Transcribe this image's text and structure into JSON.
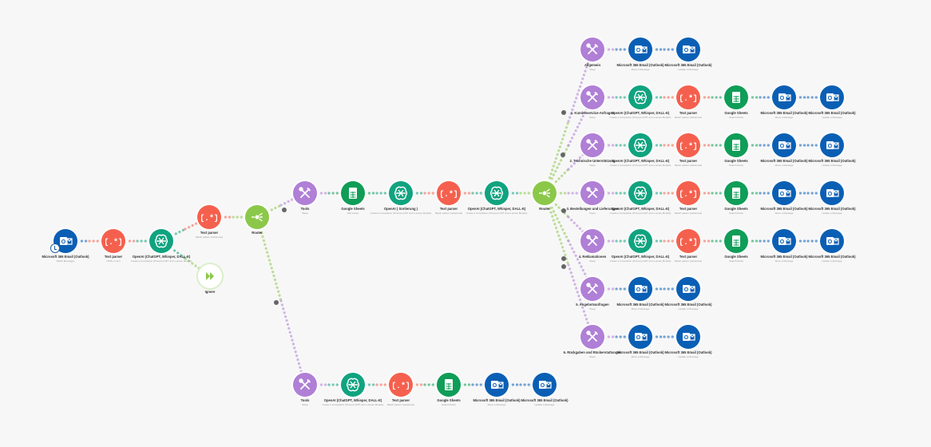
{
  "colors": {
    "outlook": "#0a5fb4",
    "textparser": "#f5604e",
    "openai": "#10a37f",
    "sheets": "#0f9d58",
    "router": "#8bc84a",
    "tools": "#b07fd6",
    "ignore": "#8bc84a"
  },
  "nodes": [
    {
      "id": "n1",
      "type": "outlook",
      "label": "Microsoft 365 Email (Outlook)",
      "sub": "Watch Messages",
      "trigger": true
    },
    {
      "id": "n2",
      "type": "textparser",
      "label": "Text parser",
      "sub": "HTML to text"
    },
    {
      "id": "n3",
      "type": "openai",
      "label": "OpenAI (ChatGPT, Whisper, DALL-E)",
      "sub": "Create a Completion (Prompt) (GPT and o-series Models)"
    },
    {
      "id": "n4",
      "type": "textparser",
      "label": "Text parser",
      "sub": "Match pattern (advanced)"
    },
    {
      "id": "n5",
      "type": "ignore",
      "label": "Ignore",
      "sub": ""
    },
    {
      "id": "n6",
      "type": "router",
      "label": "Router",
      "sub": ""
    },
    {
      "id": "a1",
      "type": "tools",
      "label": "Tools",
      "sub": "Sleep"
    },
    {
      "id": "a2",
      "type": "sheets",
      "label": "Google Sheets",
      "sub": "Add a Row"
    },
    {
      "id": "a3",
      "type": "openai",
      "label": "OpenAI ( Sortierung )",
      "sub": "Create a Completion (Prompt) (GPT and o-series Models)"
    },
    {
      "id": "a4",
      "type": "textparser",
      "label": "Text parser",
      "sub": "Match pattern (advanced)"
    },
    {
      "id": "a5",
      "type": "openai",
      "label": "OpenAI (ChatGPT, Whisper, DALL-E)",
      "sub": "Create a Completion (Prompt) (GPT and o-series Models)"
    },
    {
      "id": "r2",
      "type": "router",
      "label": "Router",
      "sub": ""
    },
    {
      "id": "b1",
      "type": "tools",
      "label": "Tools",
      "sub": "Sleep"
    },
    {
      "id": "b2",
      "type": "openai",
      "label": "OpenAI (ChatGPT, Whisper, DALL-E)",
      "sub": "Create a Completion (Prompt) (GPT and o-series Models)"
    },
    {
      "id": "b3",
      "type": "textparser",
      "label": "Text parser",
      "sub": "Match pattern (advanced)"
    },
    {
      "id": "b4",
      "type": "sheets",
      "label": "Google Sheets",
      "sub": "Search Rows"
    },
    {
      "id": "b5",
      "type": "outlook",
      "label": "Microsoft 365 Email (Outlook)",
      "sub": "Move a Message"
    },
    {
      "id": "b6",
      "type": "outlook",
      "label": "Microsoft 365 Email (Outlook)",
      "sub": "Update a Message"
    },
    {
      "id": "c0t",
      "type": "tools",
      "label": "Allgemein",
      "sub": "Sleep"
    },
    {
      "id": "c0a",
      "type": "outlook",
      "label": "Microsoft 365 Email (Outlook)",
      "sub": "Move a Message"
    },
    {
      "id": "c0b",
      "type": "outlook",
      "label": "Microsoft 365 Email (Outlook)",
      "sub": "Update a Message"
    },
    {
      "id": "c1t",
      "type": "tools",
      "label": "1. Kundenservice-Anfragen",
      "sub": "Sleep"
    },
    {
      "id": "c1o",
      "type": "openai",
      "label": "OpenAI (ChatGPT, Whisper, DALL-E)",
      "sub": "Create a Completion (Prompt) (GPT and o-series Models)"
    },
    {
      "id": "c1p",
      "type": "textparser",
      "label": "Text parser",
      "sub": "Match pattern (advanced)"
    },
    {
      "id": "c1s",
      "type": "sheets",
      "label": "Google Sheets",
      "sub": "Search Rows"
    },
    {
      "id": "c1a",
      "type": "outlook",
      "label": "Microsoft 365 Email (Outlook)",
      "sub": "Move a Message"
    },
    {
      "id": "c1b",
      "type": "outlook",
      "label": "Microsoft 365 Email (Outlook)",
      "sub": "Update a Message"
    },
    {
      "id": "c2t",
      "type": "tools",
      "label": "2. Technische Unterstützung",
      "sub": "Sleep"
    },
    {
      "id": "c2o",
      "type": "openai",
      "label": "OpenAI (ChatGPT, Whisper, DALL-E)",
      "sub": "Create a Completion (Prompt) (GPT and o-series Models)"
    },
    {
      "id": "c2p",
      "type": "textparser",
      "label": "Text parser",
      "sub": "Match pattern (advanced)"
    },
    {
      "id": "c2s",
      "type": "sheets",
      "label": "Google Sheets",
      "sub": "Search Rows"
    },
    {
      "id": "c2a",
      "type": "outlook",
      "label": "Microsoft 365 Email (Outlook)",
      "sub": "Move a Message"
    },
    {
      "id": "c2b",
      "type": "outlook",
      "label": "Microsoft 365 Email (Outlook)",
      "sub": "Update a Message"
    },
    {
      "id": "c3t",
      "type": "tools",
      "label": "3. Bestellungen und Lieferungen",
      "sub": "Sleep"
    },
    {
      "id": "c3o",
      "type": "openai",
      "label": "OpenAI (ChatGPT, Whisper, DALL-E)",
      "sub": "Create a Completion (Prompt) (GPT and o-series Models)"
    },
    {
      "id": "c3p",
      "type": "textparser",
      "label": "Text parser",
      "sub": "Match pattern (advanced)"
    },
    {
      "id": "c3s",
      "type": "sheets",
      "label": "Google Sheets",
      "sub": "Search Rows"
    },
    {
      "id": "c3a",
      "type": "outlook",
      "label": "Microsoft 365 Email (Outlook)",
      "sub": "Move a Message"
    },
    {
      "id": "c3b",
      "type": "outlook",
      "label": "Microsoft 365 Email (Outlook)",
      "sub": "Update a Message"
    },
    {
      "id": "c4t",
      "type": "tools",
      "label": "4. Reklamationen",
      "sub": "Sleep"
    },
    {
      "id": "c4o",
      "type": "openai",
      "label": "OpenAI (ChatGPT, Whisper, DALL-E)",
      "sub": "Create a Completion (Prompt) (GPT and o-series Models)"
    },
    {
      "id": "c4p",
      "type": "textparser",
      "label": "Text parser",
      "sub": "Match pattern (advanced)"
    },
    {
      "id": "c4s",
      "type": "sheets",
      "label": "Google Sheets",
      "sub": "Search Rows"
    },
    {
      "id": "c4a",
      "type": "outlook",
      "label": "Microsoft 365 Email (Outlook)",
      "sub": "Move a Message"
    },
    {
      "id": "c4b",
      "type": "outlook",
      "label": "Microsoft 365 Email (Outlook)",
      "sub": "Update a Message"
    },
    {
      "id": "c5t",
      "type": "tools",
      "label": "5. Angebotsanfragen",
      "sub": "Sleep"
    },
    {
      "id": "c5a",
      "type": "outlook",
      "label": "Microsoft 365 Email (Outlook)",
      "sub": "Move a Message"
    },
    {
      "id": "c5b",
      "type": "outlook",
      "label": "Microsoft 365 Email (Outlook)",
      "sub": "Update a Message"
    },
    {
      "id": "c6t",
      "type": "tools",
      "label": "6. Rückgaben und Rückerstattungen",
      "sub": "Sleep"
    },
    {
      "id": "c6a",
      "type": "outlook",
      "label": "Microsoft 365 Email (Outlook)",
      "sub": "Move a Message"
    },
    {
      "id": "c6b",
      "type": "outlook",
      "label": "Microsoft 365 Email (Outlook)",
      "sub": "Update a Message"
    }
  ]
}
